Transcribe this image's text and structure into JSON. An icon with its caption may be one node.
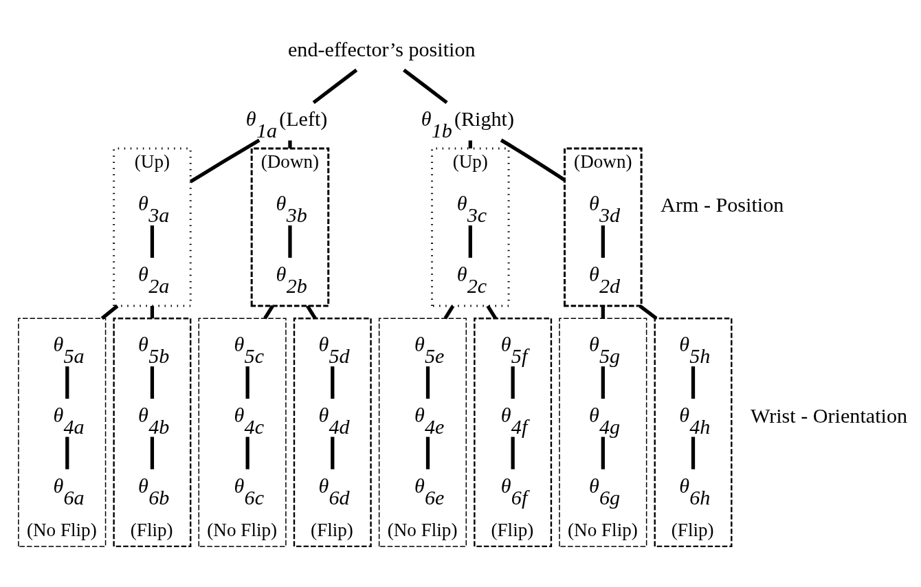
{
  "diagram": {
    "nodes": [
      {
        "text": [
          "end-effector’s position"
        ]
      },
      {
        "text": [
          "θ$_{1a}$"
        ],
        "beside": [
          "(Left)"
        ]
      },
      {
        "text": [
          "θ$_{1b}$"
        ],
        "beside": [
          "(Right)"
        ]
      },
      {
        "text": [],
        "shape": "box",
        "beside": [
          "(Up)"
        ]
      },
      {
        "text": [
          "θ$_{3a}$"
        ],
        "in": 3
      },
      {
        "text": [
          "θ$_{2a}$"
        ],
        "in": 3
      },
      {
        "text": [],
        "shape": "box",
        "beside": [
          "(Down)"
        ]
      },
      {
        "text": [
          "θ$_{3b}$"
        ],
        "in": 6
      },
      {
        "text": [
          "θ$_{2b}$"
        ],
        "in": 6
      },
      {
        "text": [],
        "shape": "box",
        "beside": [
          "(Up)"
        ]
      },
      {
        "text": [
          "θ$_{3c}$"
        ],
        "in": 9
      },
      {
        "text": [
          "θ$_{2c}$"
        ],
        "in": 9
      },
      {
        "text": [],
        "shape": "box",
        "beside": [
          "(Down)"
        ]
      },
      {
        "text": [
          "θ$_{3d}$"
        ],
        "in": 12
      },
      {
        "text": [
          "θ$_{2d}$"
        ],
        "in": 12
      },
      {
        "text": [],
        "shape": "box",
        "beside": [
          "(No Flip)"
        ]
      },
      {
        "text": [
          "θ$_{5a}$"
        ],
        "in": 15
      },
      {
        "text": [
          "θ$_{4a}$"
        ],
        "in": 15
      },
      {
        "text": [
          "θ$_{6a}$"
        ],
        "in": 15
      },
      {
        "text": [],
        "shape": "box",
        "beside": [
          "(Flip)"
        ]
      },
      {
        "text": [
          "θ$_{5b}$"
        ],
        "in": 19
      },
      {
        "text": [
          "θ$_{4b}$"
        ],
        "in": 19
      },
      {
        "text": [
          "θ$_{6b}$"
        ],
        "in": 19
      },
      {
        "text": [],
        "shape": "box",
        "beside": [
          "(No Flip)"
        ]
      },
      {
        "text": [
          "θ$_{5c}$"
        ],
        "in": 23
      },
      {
        "text": [
          "θ$_{4c}$"
        ],
        "in": 23
      },
      {
        "text": [
          "θ$_{6c}$"
        ],
        "in": 23
      },
      {
        "text": [],
        "shape": "box",
        "beside": [
          "(Flip)"
        ]
      },
      {
        "text": [
          "θ$_{5d}$"
        ],
        "in": 27
      },
      {
        "text": [
          "θ$_{4d}$"
        ],
        "in": 27
      },
      {
        "text": [
          "θ$_{6d}$"
        ],
        "in": 27
      },
      {
        "text": [],
        "shape": "box",
        "beside": [
          "(No Flip)"
        ]
      },
      {
        "text": [
          "θ$_{5e}$"
        ],
        "in": 31
      },
      {
        "text": [
          "θ$_{4e}$"
        ],
        "in": 31
      },
      {
        "text": [
          "θ$_{6e}$"
        ],
        "in": 31
      },
      {
        "text": [],
        "shape": "box",
        "beside": [
          "(Flip)"
        ]
      },
      {
        "text": [
          "θ$_{5f}$"
        ],
        "in": 35
      },
      {
        "text": [
          "θ$_{4f}$"
        ],
        "in": 35
      },
      {
        "text": [
          "θ$_{6f}$"
        ],
        "in": 35
      },
      {
        "text": [],
        "shape": "box",
        "beside": [
          "(No Flip)"
        ]
      },
      {
        "text": [
          "θ$_{5g}$"
        ],
        "in": 39
      },
      {
        "text": [
          "θ$_{4g}$"
        ],
        "in": 39
      },
      {
        "text": [
          "θ$_{6g}$"
        ],
        "in": 39
      },
      {
        "text": [],
        "shape": "box",
        "beside": [
          "(Flip)"
        ]
      },
      {
        "text": [
          "θ$_{5h}$"
        ],
        "in": 43
      },
      {
        "text": [
          "θ$_{4h}$"
        ],
        "in": 43
      },
      {
        "text": [
          "θ$_{6h}$"
        ],
        "in": 43
      }
    ],
    "edges": [
      {
        "from": 0,
        "to": 1,
        "arrow": "none"
      },
      {
        "from": 0,
        "to": 2,
        "arrow": "none"
      },
      {
        "from": 1,
        "to": 4,
        "arrow": "none"
      },
      {
        "from": 1,
        "to": 7,
        "arrow": "none"
      },
      {
        "from": 2,
        "to": 10,
        "arrow": "none"
      },
      {
        "from": 2,
        "to": 13,
        "arrow": "none"
      },
      {
        "from": 4,
        "to": 5,
        "arrow": "none"
      },
      {
        "from": 7,
        "to": 8,
        "arrow": "none"
      },
      {
        "from": 10,
        "to": 11,
        "arrow": "none"
      },
      {
        "from": 13,
        "to": 14,
        "arrow": "none"
      },
      {
        "from": 5,
        "to": 16,
        "arrow": "none"
      },
      {
        "from": 5,
        "to": 20,
        "arrow": "none"
      },
      {
        "from": 8,
        "to": 24,
        "arrow": "none"
      },
      {
        "from": 8,
        "to": 28,
        "arrow": "none"
      },
      {
        "from": 11,
        "to": 32,
        "arrow": "none"
      },
      {
        "from": 11,
        "to": 36,
        "arrow": "none"
      },
      {
        "from": 14,
        "to": 40,
        "arrow": "none"
      },
      {
        "from": 14,
        "to": 44,
        "arrow": "none"
      },
      {
        "from": 16,
        "to": 17,
        "arrow": "none"
      },
      {
        "from": 17,
        "to": 18,
        "arrow": "none"
      },
      {
        "from": 20,
        "to": 21,
        "arrow": "none"
      },
      {
        "from": 21,
        "to": 22,
        "arrow": "none"
      },
      {
        "from": 24,
        "to": 25,
        "arrow": "none"
      },
      {
        "from": 25,
        "to": 26,
        "arrow": "none"
      },
      {
        "from": 28,
        "to": 29,
        "arrow": "none"
      },
      {
        "from": 29,
        "to": 30,
        "arrow": "none"
      },
      {
        "from": 32,
        "to": 33,
        "arrow": "none"
      },
      {
        "from": 33,
        "to": 34,
        "arrow": "none"
      },
      {
        "from": 36,
        "to": 37,
        "arrow": "none"
      },
      {
        "from": 37,
        "to": 38,
        "arrow": "none"
      },
      {
        "from": 40,
        "to": 41,
        "arrow": "none"
      },
      {
        "from": 41,
        "to": 42,
        "arrow": "none"
      },
      {
        "from": 44,
        "to": 45,
        "arrow": "none"
      },
      {
        "from": 45,
        "to": 46,
        "arrow": "none"
      }
    ],
    "labels": [
      "Arm - Position",
      "Wrist - Orientation"
    ]
  }
}
